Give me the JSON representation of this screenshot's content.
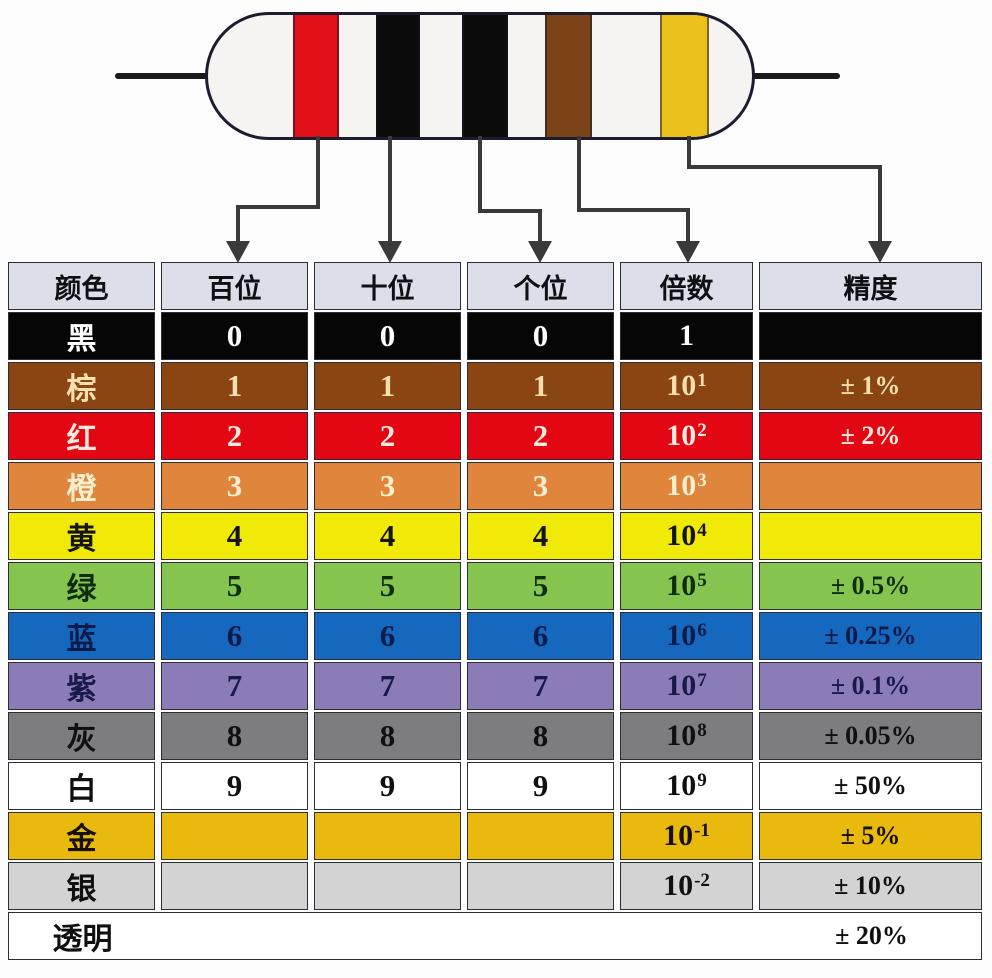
{
  "resistor": {
    "body_color": "#f5f4f2",
    "outline_color": "#1c1c2e",
    "lead_color": "#1a1a1a",
    "arrow_color": "#3a3a3a",
    "bands": [
      {
        "name": "red-band",
        "color": "#e21018"
      },
      {
        "name": "black-band-1",
        "color": "#0b0b0b"
      },
      {
        "name": "black-band-2",
        "color": "#0b0b0b"
      },
      {
        "name": "brown-band",
        "color": "#7b4418"
      },
      {
        "name": "gold-band",
        "color": "#ecc11c"
      }
    ]
  },
  "table": {
    "header_bg": "#dcdee9",
    "headers": [
      "颜色",
      "百位",
      "十位",
      "个位",
      "倍数",
      "精度"
    ],
    "rows": [
      {
        "label": "黑",
        "hundreds": "0",
        "tens": "0",
        "units": "0",
        "mult_base": "1",
        "mult_exp": "",
        "tolerance": "",
        "bg": "#060606",
        "fg": "#ffffff"
      },
      {
        "label": "棕",
        "hundreds": "1",
        "tens": "1",
        "units": "1",
        "mult_base": "10",
        "mult_exp": "1",
        "tolerance": "± 1%",
        "bg": "#8b4513",
        "fg": "#f5dfae"
      },
      {
        "label": "红",
        "hundreds": "2",
        "tens": "2",
        "units": "2",
        "mult_base": "10",
        "mult_exp": "2",
        "tolerance": "± 2%",
        "bg": "#e30613",
        "fg": "#ffe9df"
      },
      {
        "label": "橙",
        "hundreds": "3",
        "tens": "3",
        "units": "3",
        "mult_base": "10",
        "mult_exp": "3",
        "tolerance": "",
        "bg": "#e0863c",
        "fg": "#f9eecd"
      },
      {
        "label": "黄",
        "hundreds": "4",
        "tens": "4",
        "units": "4",
        "mult_base": "10",
        "mult_exp": "4",
        "tolerance": "",
        "bg": "#f1ea08",
        "fg": "#141414"
      },
      {
        "label": "绿",
        "hundreds": "5",
        "tens": "5",
        "units": "5",
        "mult_base": "10",
        "mult_exp": "5",
        "tolerance": "± 0.5%",
        "bg": "#85c44f",
        "fg": "#0f2d0c"
      },
      {
        "label": "蓝",
        "hundreds": "6",
        "tens": "6",
        "units": "6",
        "mult_base": "10",
        "mult_exp": "6",
        "tolerance": "± 0.25%",
        "bg": "#1568bd",
        "fg": "#0d1b4a"
      },
      {
        "label": "紫",
        "hundreds": "7",
        "tens": "7",
        "units": "7",
        "mult_base": "10",
        "mult_exp": "7",
        "tolerance": "± 0.1%",
        "bg": "#8b7cb8",
        "fg": "#19194a"
      },
      {
        "label": "灰",
        "hundreds": "8",
        "tens": "8",
        "units": "8",
        "mult_base": "10",
        "mult_exp": "8",
        "tolerance": "± 0.05%",
        "bg": "#7d7d7f",
        "fg": "#101010"
      },
      {
        "label": "白",
        "hundreds": "9",
        "tens": "9",
        "units": "9",
        "mult_base": "10",
        "mult_exp": "9",
        "tolerance": "± 50%",
        "bg": "#ffffff",
        "fg": "#101010"
      },
      {
        "label": "金",
        "hundreds": "",
        "tens": "",
        "units": "",
        "mult_base": "10",
        "mult_exp": "-1",
        "tolerance": "± 5%",
        "bg": "#e9b90e",
        "fg": "#151003"
      },
      {
        "label": "银",
        "hundreds": "",
        "tens": "",
        "units": "",
        "mult_base": "10",
        "mult_exp": "-2",
        "tolerance": "± 10%",
        "bg": "#d3d3d3",
        "fg": "#101010"
      },
      {
        "label": "透明",
        "merged": true,
        "hundreds": "",
        "tens": "",
        "units": "",
        "mult_base": "",
        "mult_exp": "",
        "tolerance": "± 20%",
        "bg": "#ffffff",
        "fg": "#101010"
      }
    ]
  }
}
